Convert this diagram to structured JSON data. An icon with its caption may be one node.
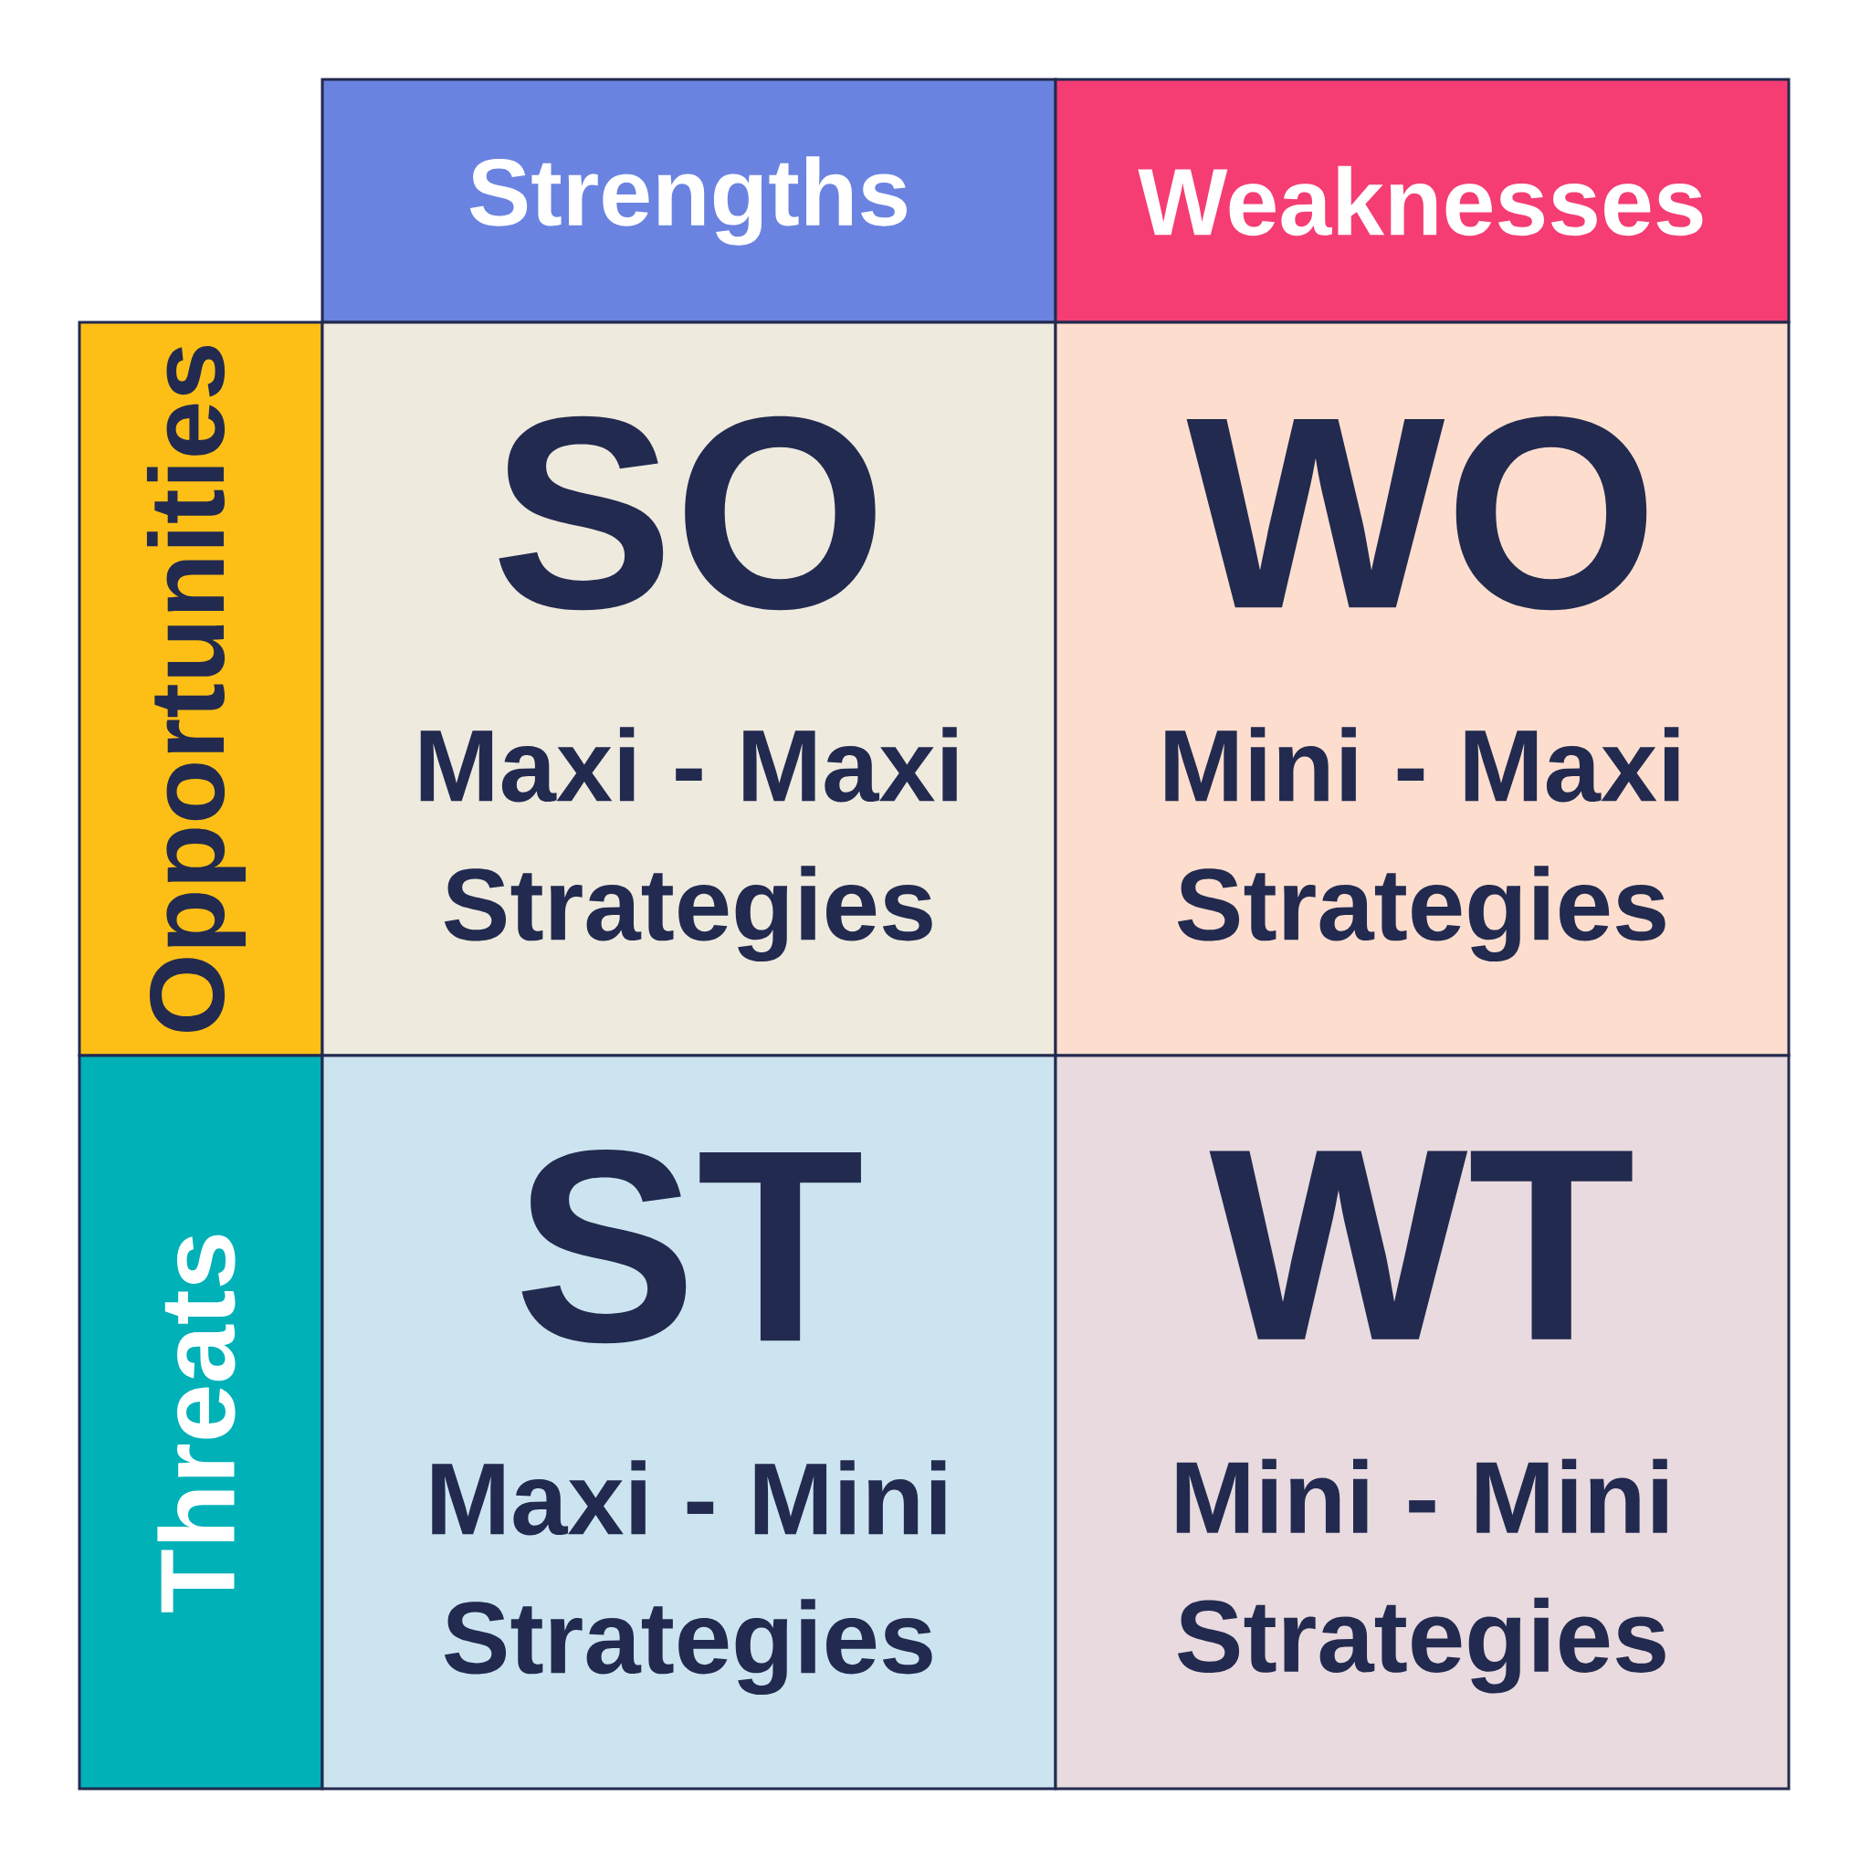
{
  "diagram": {
    "nodes": [
      {
        "text": [
          "Strengths"
        ]
      },
      {
        "text": [
          "Weaknesses"
        ]
      },
      {
        "text": [
          "Opportunities"
        ]
      },
      {
        "text": [
          "SO",
          "Maxi - Maxi Strategies"
        ]
      },
      {
        "text": [
          "WO",
          "Mini - Maxi Strategies"
        ]
      },
      {
        "text": [
          "Threats"
        ]
      },
      {
        "text": [
          "ST",
          "Maxi - Mini Strategies"
        ]
      },
      {
        "text": [
          "WT",
          "Mini - Mini Strategies"
        ]
      }
    ]
  }
}
